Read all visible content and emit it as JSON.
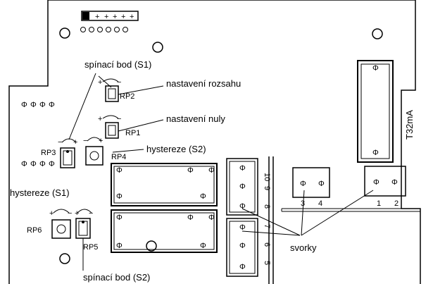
{
  "labels": {
    "spinaci_s1": "spínací bod (S1)",
    "nastaveni_rozsahu": "nastavení rozsahu",
    "nastaveni_nuly": "nastavení nuly",
    "hystereze_s2": "hystereze (S2)",
    "hystereze_s1": "hystereze (S1)",
    "spinaci_s2": "spínací bod (S2)",
    "svorky": "svorky",
    "fuse": "T32mA"
  },
  "pots": {
    "rp1": "RP1",
    "rp2": "RP2",
    "rp3": "RP3",
    "rp4": "RP4",
    "rp5": "RP5",
    "rp6": "RP6"
  },
  "terminals": {
    "t1": "1",
    "t2": "2",
    "t3": "3",
    "t4": "4",
    "t5": "5",
    "t6": "6",
    "t7": "7",
    "t8": "8",
    "t9": "9",
    "t10": "10"
  },
  "symbols": {
    "plus": "+",
    "minus": "−",
    "phi": "Φ"
  }
}
